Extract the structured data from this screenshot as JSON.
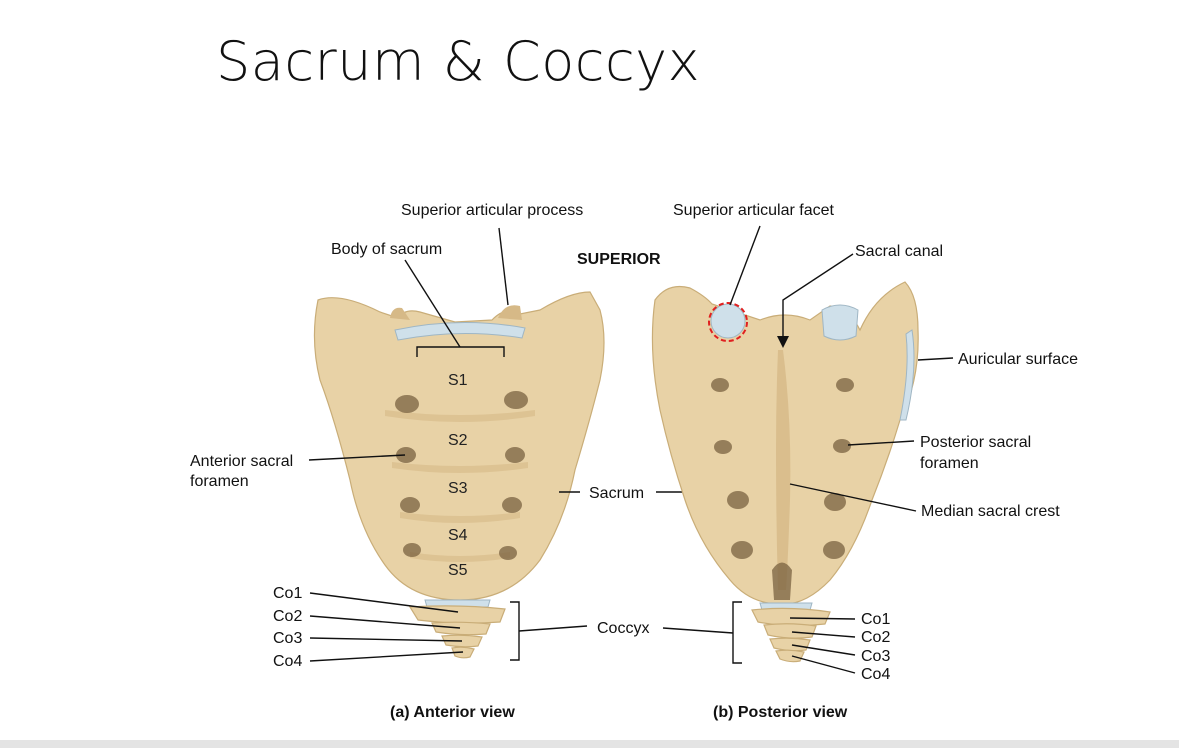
{
  "title": "Sacrum & Coccyx",
  "orientation": "SUPERIOR",
  "anterior": {
    "caption": "(a) Anterior view",
    "labels": {
      "superior_articular_process": "Superior articular process",
      "body_of_sacrum": "Body of sacrum",
      "anterior_sacral_foramen_1": "Anterior sacral",
      "anterior_sacral_foramen_2": "foramen"
    },
    "segments": [
      "S1",
      "S2",
      "S3",
      "S4",
      "S5"
    ],
    "coccyx": [
      "Co1",
      "Co2",
      "Co3",
      "Co4"
    ]
  },
  "shared": {
    "sacrum": "Sacrum",
    "coccyx": "Coccyx"
  },
  "posterior": {
    "caption": "(b) Posterior view",
    "labels": {
      "superior_articular_facet": "Superior articular facet",
      "sacral_canal": "Sacral canal",
      "auricular_surface": "Auricular surface",
      "posterior_sacral_foramen_1": "Posterior sacral",
      "posterior_sacral_foramen_2": "foramen",
      "median_sacral_crest": "Median sacral crest"
    },
    "coccyx": [
      "Co1",
      "Co2",
      "Co3",
      "Co4"
    ]
  },
  "colors": {
    "bone": "#e8d2a6",
    "cartilage": "#cfe0ea",
    "highlight": "#e02020"
  }
}
